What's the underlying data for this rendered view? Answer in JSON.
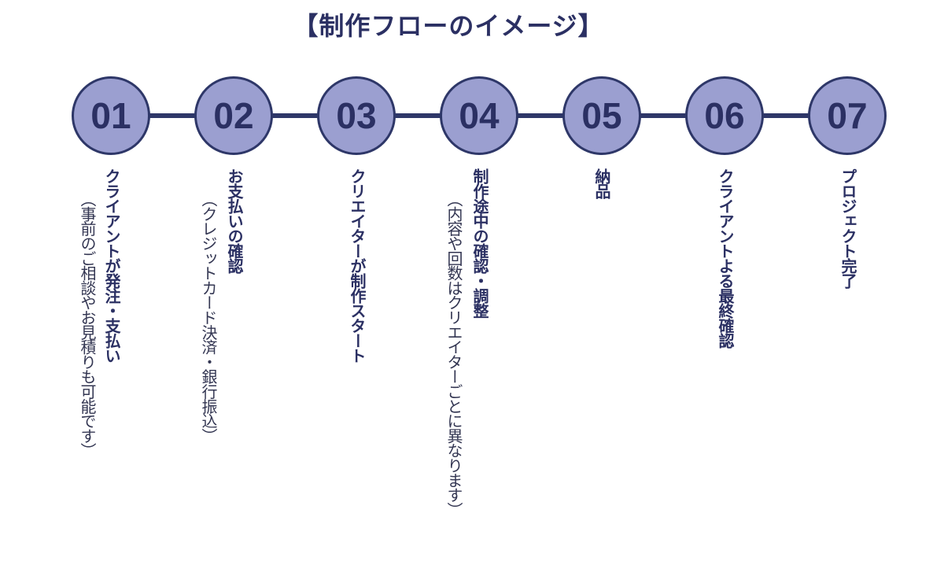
{
  "title": "【制作フローのイメージ】",
  "steps": [
    {
      "number": "01",
      "label": "クライアントが発注・支払い",
      "note": "（事前のご相談やお見積りも可能です）"
    },
    {
      "number": "02",
      "label": "お支払いの確認",
      "note": "（クレジットカード決済・銀行振込）"
    },
    {
      "number": "03",
      "label": "クリエイターが制作スタート",
      "note": ""
    },
    {
      "number": "04",
      "label": "制作途中の確認・調整",
      "note": "（内容や回数はクリエイターごとに異なります）"
    },
    {
      "number": "05",
      "label": "納品",
      "note": ""
    },
    {
      "number": "06",
      "label": "クライアントよる最終確認",
      "note": ""
    },
    {
      "number": "07",
      "label": "プロジェクト完了",
      "note": ""
    }
  ],
  "colors": {
    "circle_fill": "#9b9fd0",
    "line": "#2e3768",
    "text": "#2b3063"
  }
}
